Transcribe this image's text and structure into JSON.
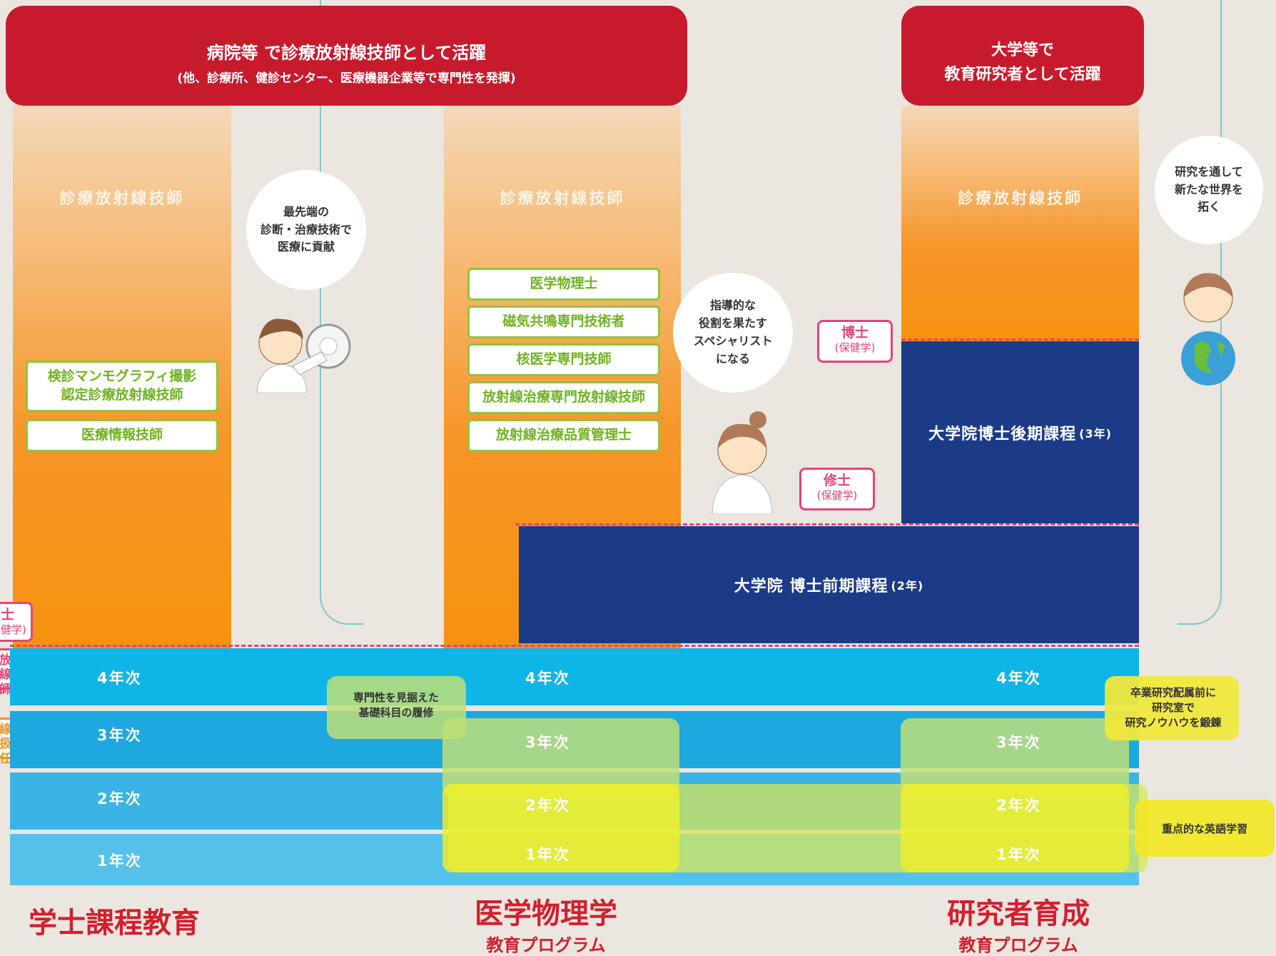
{
  "banners": {
    "clinical_title": "病院等 で診療放射線技師として活躍",
    "clinical_sub": "(他、診療所、健診センター、医療機器企業等で専門性を発揮)",
    "research_line1": "大学等で",
    "research_line2": "教育研究者として活躍"
  },
  "columns": {
    "col1_title": "診療放射線技師",
    "col2_title": "診療放射線技師",
    "col3_title": "診療放射線技師"
  },
  "qualifications_left": [
    "検診マンモグラフィ撮影\n認定診療放射線技師",
    "医療情報技師"
  ],
  "qualifications_mid": [
    "医学物理士",
    "磁気共鳴専門技術者",
    "核医学専門技師",
    "放射線治療専門放射線技師",
    "放射線治療品質管理士"
  ],
  "bubbles": {
    "b1": "最先端の\n診断・治療技術で\n医療に貢献",
    "b2": "指導的な\n役割を果たす\nスペシャリスト\nになる",
    "b3": "研究を通して\n新たな世界を\n拓く"
  },
  "degrees": {
    "doctor": "博士",
    "doctor_sub": "(保健学)",
    "master": "修士",
    "master_sub": "(保健学)",
    "left_top": "士",
    "left_top_sub": "健学)",
    "left_mid": "放射線\n師",
    "left_bot": "線取扱\n任者"
  },
  "grad": {
    "doctoral": "大学院博士後期課程",
    "doctoral_years": "(3年)",
    "masters": "大学院 博士前期課程",
    "masters_years": "(2年)"
  },
  "years": {
    "y4": "4年次",
    "y3": "3年次",
    "y2": "2年次",
    "y1": "1年次"
  },
  "notes": {
    "basic": "専門性を見据えた\n基礎科目の履修",
    "lab": "卒業研究配属前に\n研究室で\n研究ノウハウを鍛錬",
    "english": "重点的な英語学習"
  },
  "bottom": {
    "left": "学士課程教育",
    "mid_main": "医学物理学",
    "mid_sub": "教育プログラム",
    "right_main": "研究者育成",
    "right_sub": "教育プログラム"
  },
  "colors": {
    "red": "#c81a2d",
    "orange": "#f7920f",
    "navy": "#1c3b86",
    "green": "#8cc63f",
    "pink": "#e3457a",
    "cyan": "#0fb4e6"
  }
}
